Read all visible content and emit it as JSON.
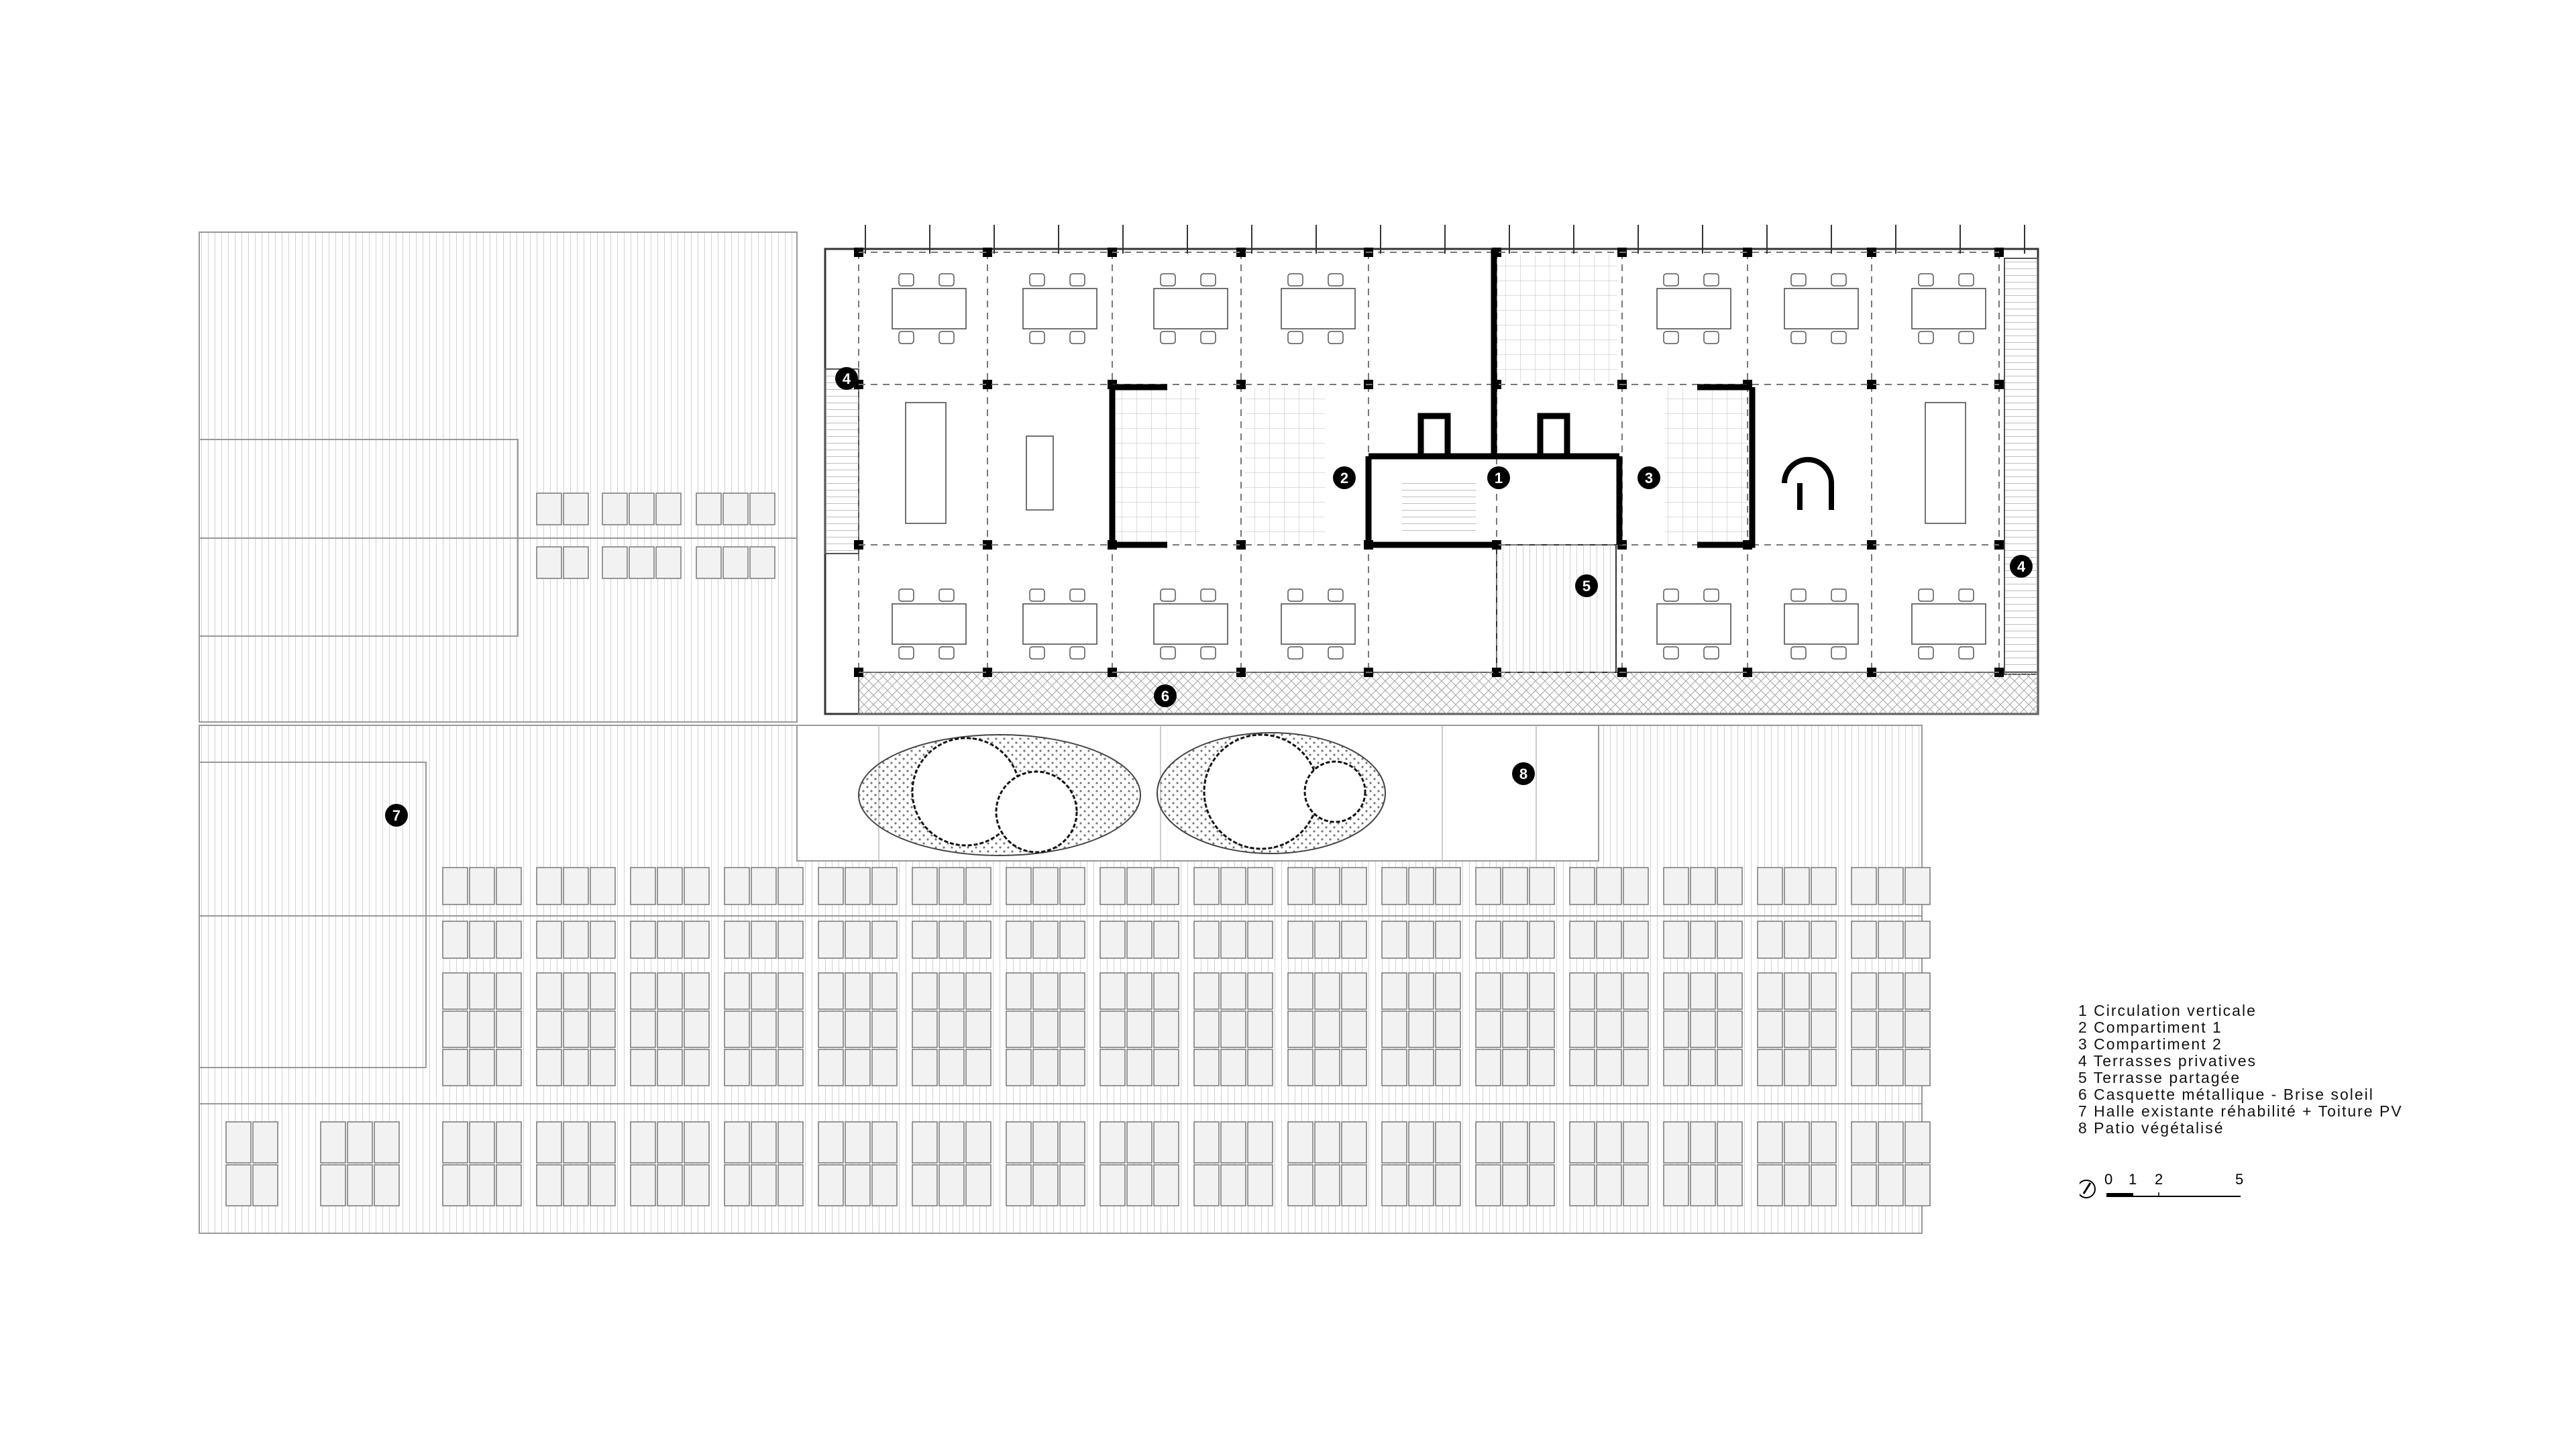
{
  "markers": [
    {
      "number": "1"
    },
    {
      "number": "2"
    },
    {
      "number": "3"
    },
    {
      "number": "4"
    },
    {
      "number": "4"
    },
    {
      "number": "5"
    },
    {
      "number": "6"
    },
    {
      "number": "7"
    },
    {
      "number": "8"
    }
  ],
  "legend": {
    "items": [
      "1 Circulation verticale",
      "2 Compartiment 1",
      "3 Compartiment 2",
      "4 Terrasses privatives",
      "5 Terrasse partagée",
      "6 Casquette métallique - Brise soleil",
      "7 Halle existante réhabilité + Toiture PV",
      "8 Patio végétalisé"
    ]
  },
  "scale_bar": {
    "ticks": [
      "0",
      "1",
      "2",
      "5"
    ]
  },
  "colors": {
    "line": "#000000",
    "hatch": "#9a9a9a",
    "panel": "#f2f2f2"
  }
}
